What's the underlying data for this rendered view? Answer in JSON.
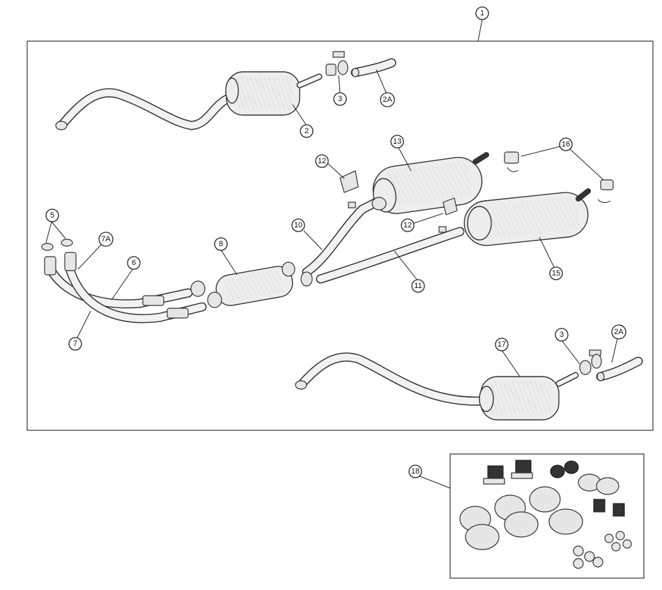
{
  "callouts": [
    {
      "label": "1"
    },
    {
      "label": "2"
    },
    {
      "label": "3"
    },
    {
      "label": "2A"
    },
    {
      "label": "13"
    },
    {
      "label": "16"
    },
    {
      "label": "12"
    },
    {
      "label": "12"
    },
    {
      "label": "10"
    },
    {
      "label": "5"
    },
    {
      "label": "7A"
    },
    {
      "label": "8"
    },
    {
      "label": "6"
    },
    {
      "label": "11"
    },
    {
      "label": "15"
    },
    {
      "label": "7"
    },
    {
      "label": "17"
    },
    {
      "label": "3"
    },
    {
      "label": "2A"
    },
    {
      "label": "18"
    }
  ],
  "colors": {
    "line": "#333333",
    "fill": "#ededed",
    "background": "#ffffff"
  }
}
